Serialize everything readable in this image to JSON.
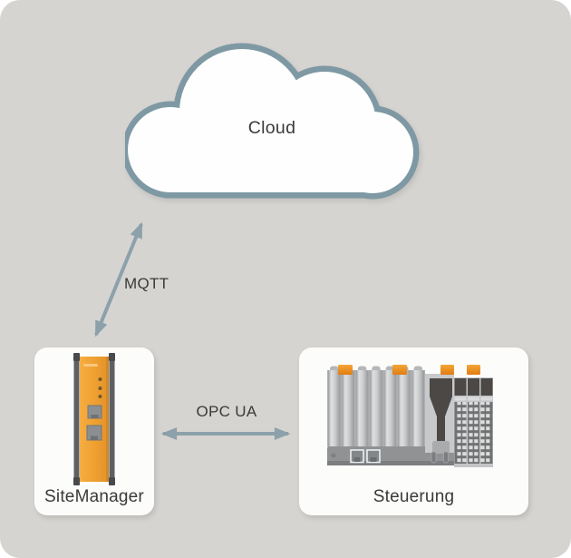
{
  "diagram": {
    "background_color": "#d6d4d1",
    "card_color": "#fcfcfb",
    "cloud_outline_color": "#7e99a3",
    "arrow_color": "#8ca1aa",
    "text_color": "#3a3a39",
    "nodes": {
      "cloud": {
        "label": "Cloud",
        "icon": "cloud-shape"
      },
      "sitemanager": {
        "label": "SiteManager",
        "icon": "sitemanager-gateway-device",
        "device_color": "#f0a232",
        "rail_color": "#5d6062"
      },
      "steuerung": {
        "label": "Steuerung",
        "icon": "plc-controller",
        "clip_color": "#f0911c",
        "module_color": "#c6c7c8"
      }
    },
    "connections": [
      {
        "id": "cloud-sitemanager",
        "label": "MQTT",
        "type": "bidirectional-arrow"
      },
      {
        "id": "sitemanager-steuerung",
        "label": "OPC UA",
        "type": "bidirectional-arrow"
      }
    ]
  }
}
